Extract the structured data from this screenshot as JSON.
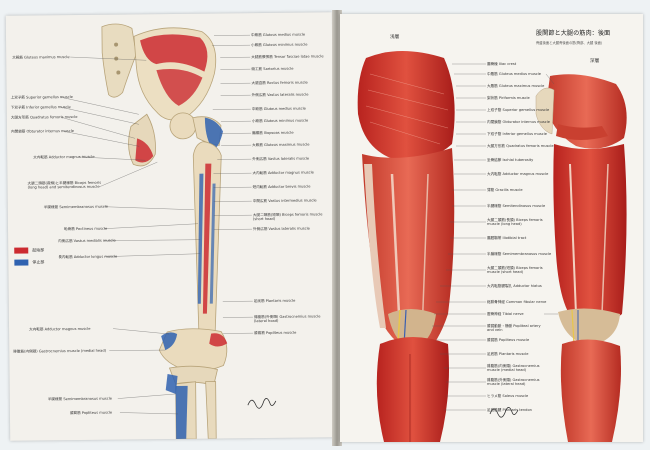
{
  "right_page": {
    "title": "股関節と大腿の筋肉：後面",
    "subtitle_1": "骨盤後面と大腿骨後面の筋(臀部、大腿 後面)",
    "subtitle_2": "",
    "view_shallow": "浅層",
    "view_deep": "深層"
  },
  "left_page": {
    "legend": [
      {
        "label": "起始部",
        "color": "#cc2b31"
      },
      {
        "label": "停止部",
        "color": "#2f62b0"
      }
    ],
    "labels_left": [
      "大殿筋 Gluteus maximus muscle",
      "上双子筋 Superior gemellus muscle",
      "下双子筋 Inferior gemellus muscle",
      "大腿方形筋 Quadratus femoris muscle",
      "内閉鎖筋 Obturator internus muscle",
      "大内転筋 Adductor magnus muscle",
      "大腿二頭筋(長頭)と半腱様筋 Biceps femoris (long head) and semitendinosus muscle",
      "半膜様筋 Semimembranosus muscle",
      "恥骨筋 Pectineus muscle",
      "内側広筋 Vastus medialis muscle",
      "長内転筋 Adductor longus muscle",
      "大内転筋 Adductor magnus muscle",
      "腓腹筋(内側頭) Gastrocnemius muscle (medial head)",
      "半膜様筋 Semimembranosus muscle",
      "膝窩筋 Popliteus muscle"
    ],
    "labels_right": [
      "中殿筋 Gluteus medius muscle",
      "小殿筋 Gluteus minimus muscle",
      "大腿筋膜張筋 Tensor fasciae latae muscle",
      "縫工筋 Sartorius muscle",
      "大腿直筋 Rectus femoris muscle",
      "外側広筋 Vastus lateralis muscle",
      "中殿筋 Gluteus medius muscle",
      "小殿筋 Gluteus minimus muscle",
      "腸腰筋 Iliopsoas muscle",
      "大殿筋 Gluteus maximus muscle",
      "外側広筋 Vastus lateralis muscle",
      "大内転筋 Adductor magnus muscle",
      "短内転筋 Adductor brevis muscle",
      "中間広筋 Vastus intermedius muscle",
      "大腿二頭筋(短頭) Biceps femoris muscle (short head)",
      "外側広筋 Vastus lateralis muscle",
      "足底筋 Plantaris muscle",
      "腓腹筋(外側頭) Gastrocnemius muscle (lateral head)",
      "膝窩筋 Popliteus muscle"
    ]
  },
  "right_page_labels": {
    "center_labels": [
      "腸骨稜 Iliac crest",
      "中殿筋 Gluteus medius muscle",
      "大殿筋 Gluteus maximus muscle",
      "梨状筋 Piriformis muscle",
      "上双子筋 Superior gemellus muscle",
      "内閉鎖筋 Obturator internus muscle",
      "下双子筋 Inferior gemellus muscle",
      "大腿方形筋 Quadratus femoris muscle",
      "坐骨結節 Ischial tuberosity",
      "大内転筋 Adductor magnus muscle",
      "薄筋 Gracilis muscle",
      "半腱様筋 Semitendinosus muscle",
      "大腿二頭筋(長頭) Biceps femoris muscle (long head)",
      "腸脛靱帯 Iliotibial tract",
      "半膜様筋 Semimembranosus muscle",
      "大腿二頭筋(短頭) Biceps femoris muscle (short head)",
      "大内転筋腱裂孔 Adductor hiatus",
      "総腓骨神経 Common fibular nerve",
      "脛骨神経 Tibial nerve",
      "膝窩動脈・静脈 Popliteal artery and vein",
      "膝窩筋 Popliteus muscle",
      "足底筋 Plantaris muscle",
      "腓腹筋(内側頭) Gastrocnemius muscle (medial head)",
      "腓腹筋(外側頭) Gastrocnemius muscle (lateral head)",
      "ヒラメ筋 Soleus muscle",
      "足底筋腱 Plantaris tendon"
    ]
  }
}
